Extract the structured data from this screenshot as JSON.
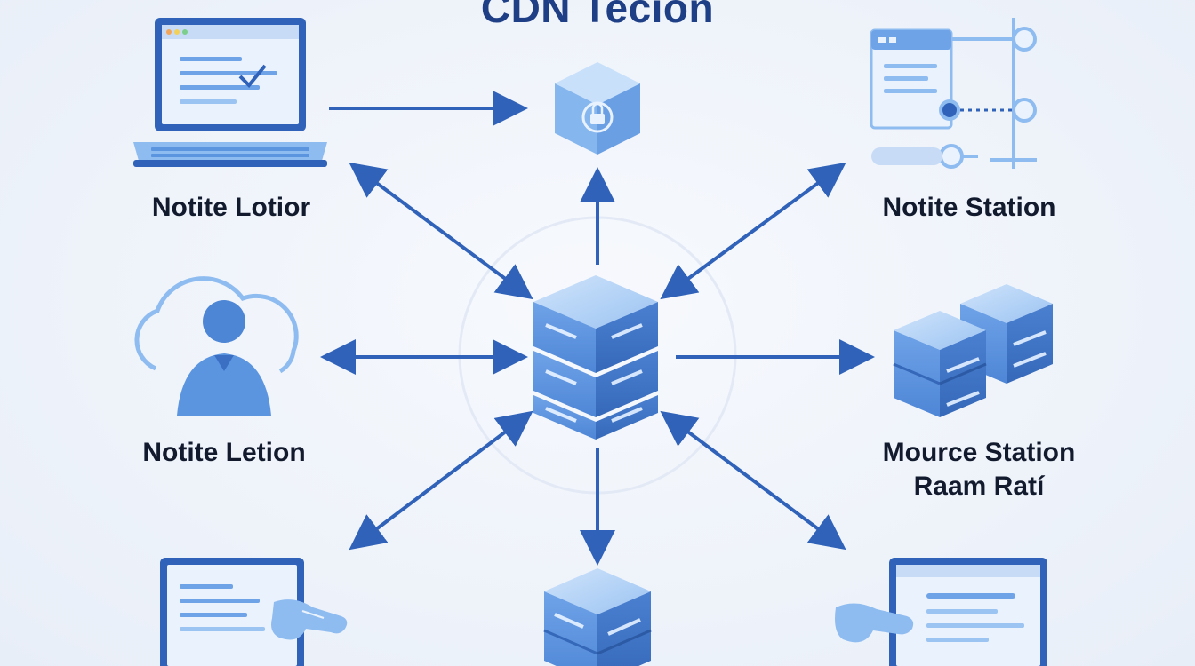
{
  "title": "CDN Tecion",
  "labels": {
    "top_left": "Notite Lotior",
    "top_right": "Notite Station",
    "mid_left": "Notite Letion",
    "mid_right_line1": "Mource Station",
    "mid_right_line2": "Raam Ratí"
  },
  "colors": {
    "primary": "#2f62b8",
    "light": "#8fbcf0",
    "mid": "#5b95e0",
    "text": "#121a2e",
    "title": "#1e3f86"
  },
  "icons": {
    "center": "server-stack-icon",
    "top": "secure-cube-icon",
    "top_left": "laptop-icon",
    "top_right": "network-panel-icon",
    "mid_left": "cloud-user-icon",
    "mid_right": "server-cluster-icon",
    "bottom_left": "laptop-hand-icon",
    "bottom": "server-icon",
    "bottom_right": "monitor-hand-icon"
  }
}
